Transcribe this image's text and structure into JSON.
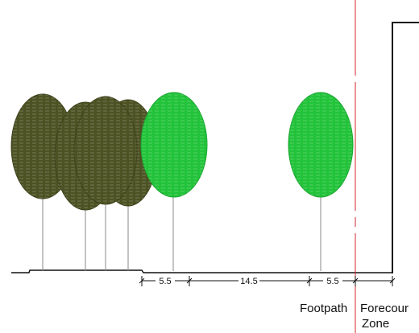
{
  "colors": {
    "dark_tree": "#4d5224",
    "dark_tree_stroke": "#3c4019",
    "bright_tree": "#22c33a",
    "bright_tree_stroke": "#1aa52f",
    "line": "#111111",
    "trunk": "#8a8a8a",
    "boundary": "#d6242c",
    "hatch": "#ffffff"
  },
  "dimensions": {
    "d1": "5.5",
    "d2": "14.5",
    "d3": "5.5"
  },
  "labels": {
    "footpath": "Footpath",
    "forecourt_line1": "Forecour",
    "forecourt_line2": "Zone"
  },
  "icons": {
    "tick": "diagonal-tick",
    "tree": "ellipse-canopy"
  }
}
